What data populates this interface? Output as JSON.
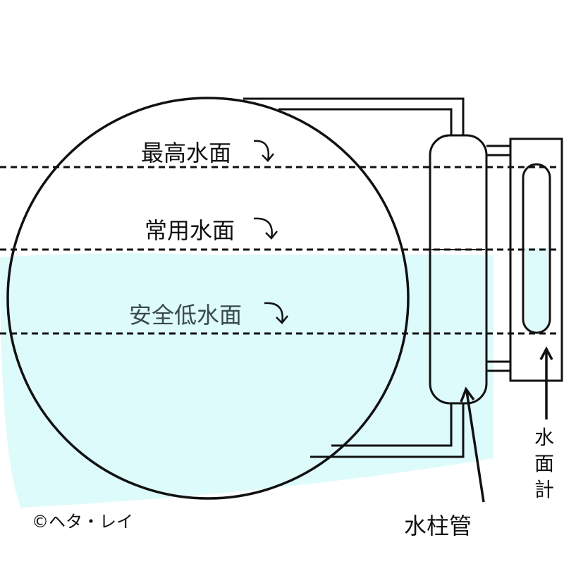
{
  "labels": {
    "highest_level": "最高水面",
    "normal_level": "常用水面",
    "safe_low_level": "安全低水面",
    "water_column": "水柱管",
    "gauge_chars": [
      "水",
      "面",
      "計"
    ]
  },
  "credit": "©ヘタ・レイ",
  "colors": {
    "water": "#ddfbfb",
    "line": "#111111"
  }
}
